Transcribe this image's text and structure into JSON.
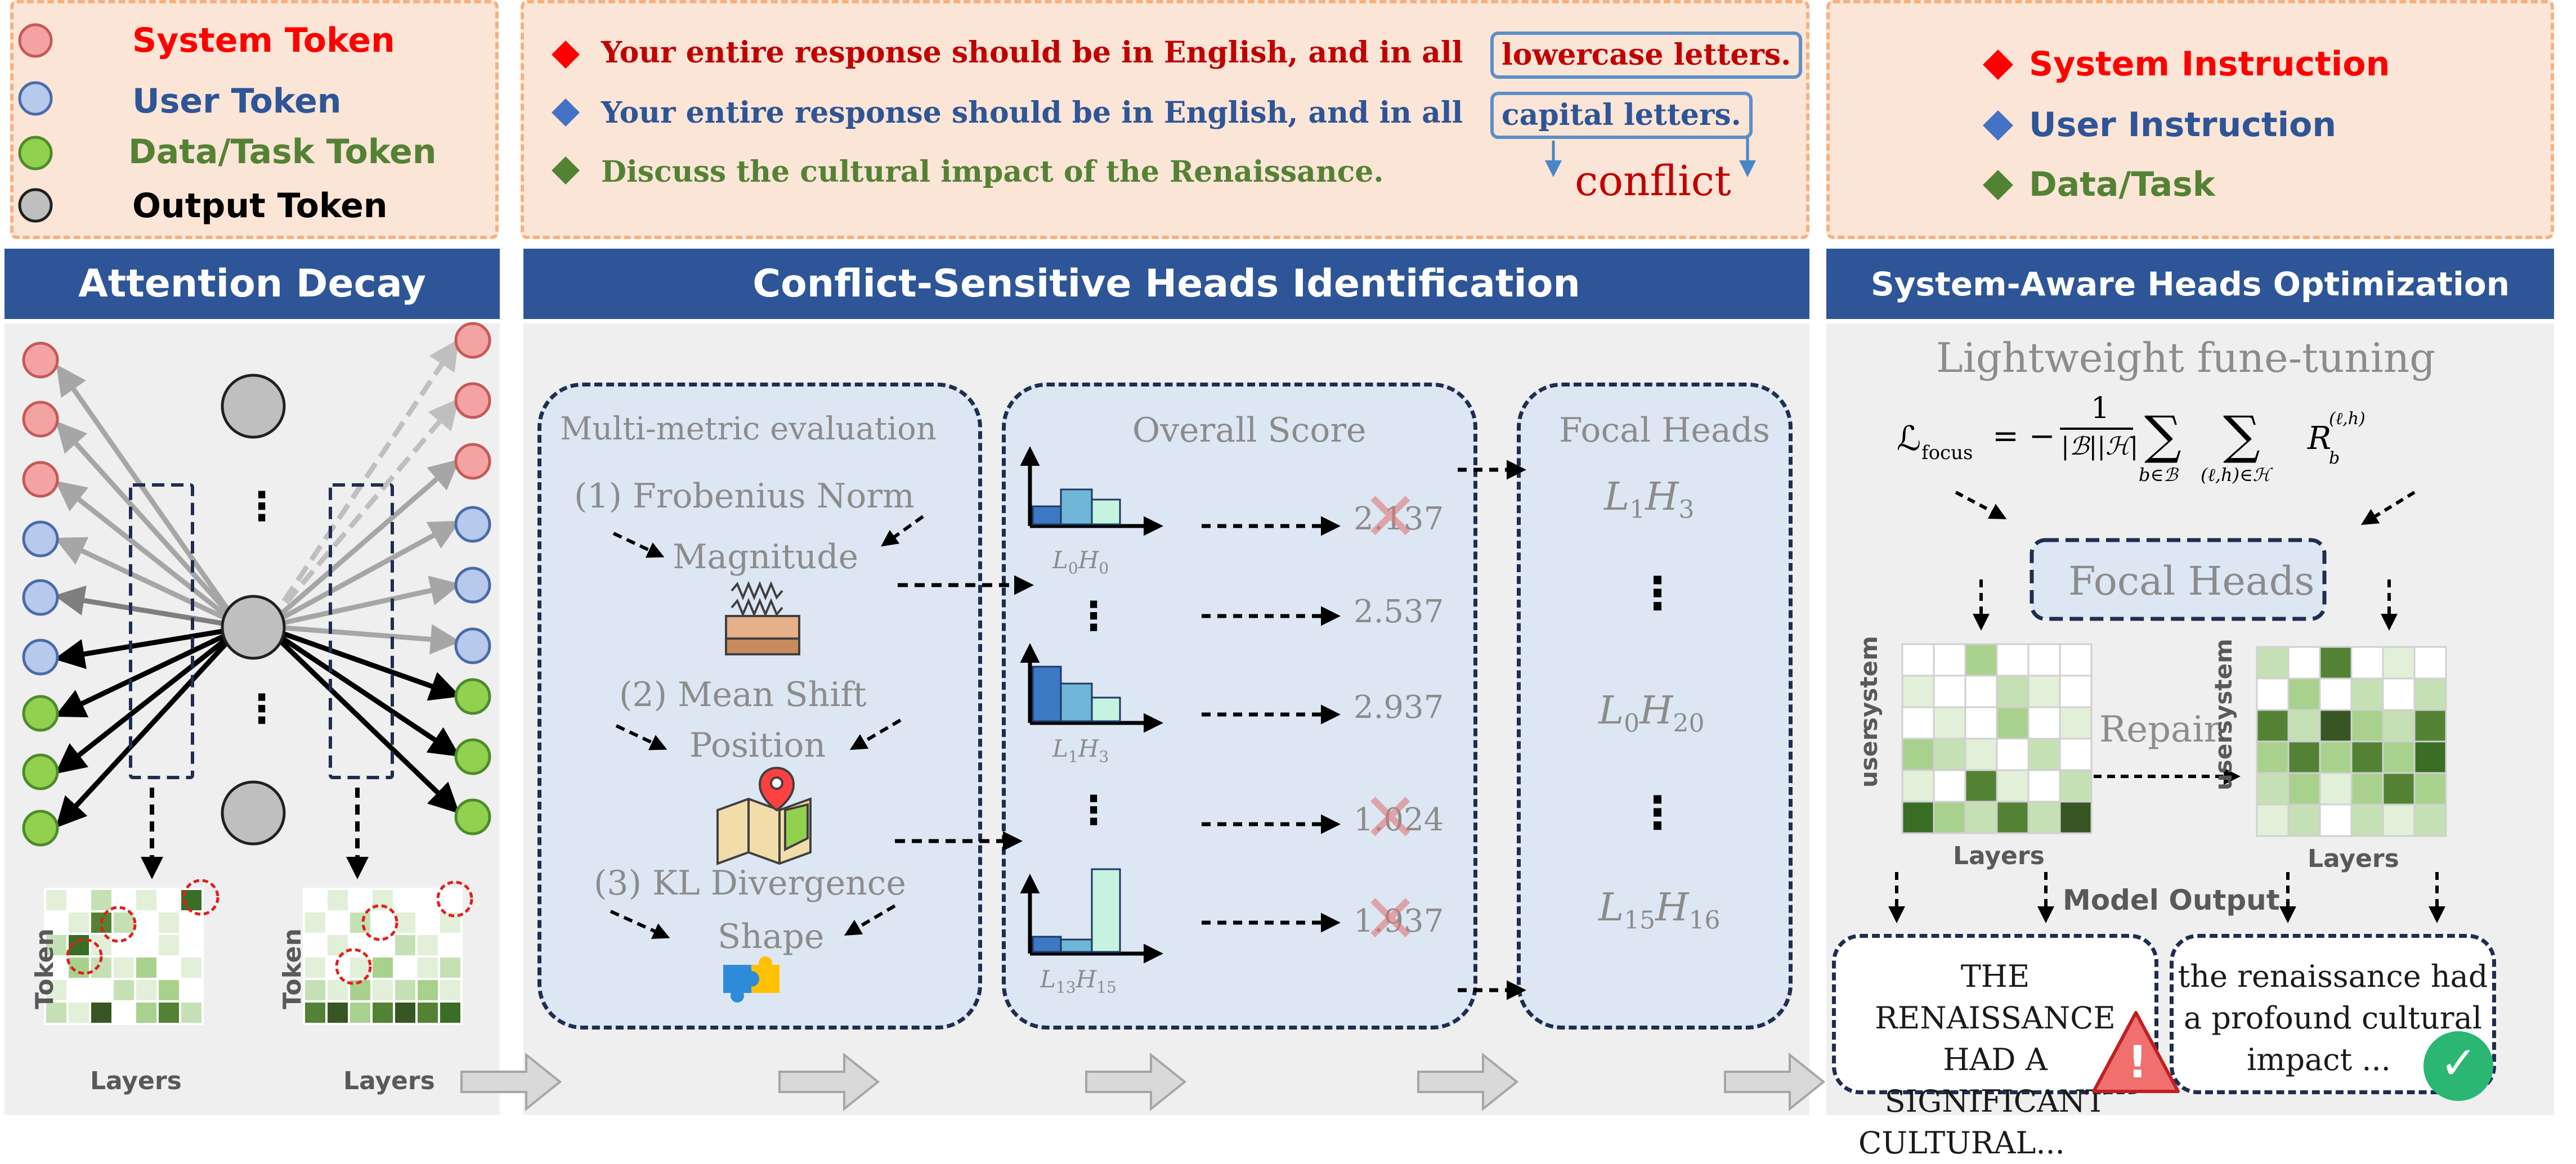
{
  "legend": {
    "items": [
      {
        "label": "System Token",
        "color": "#ff0000",
        "circle": "#f4a3a3"
      },
      {
        "label": "User Token",
        "color": "#2e5597",
        "circle": "#b7c9ec"
      },
      {
        "label": "Data/Task Token",
        "color": "#548235",
        "circle": "#92d050"
      },
      {
        "label": "Output Token",
        "color": "#000000",
        "circle": "#bfbfbf"
      }
    ]
  },
  "instructions": {
    "system": {
      "text": "Your entire response should be in English, and in all",
      "highlight": "lowercase letters.",
      "color": "#c00000"
    },
    "user": {
      "text": "Your entire response should be in English, and in all",
      "highlight": "capital letters.",
      "color": "#2e5597"
    },
    "task": {
      "text": "Discuss the cultural impact of the Renaissance.",
      "color": "#548235"
    },
    "conflict_label": "conflict"
  },
  "instruction_legend": {
    "items": [
      {
        "label": "System Instruction",
        "color": "#ff0000"
      },
      {
        "label": "User Instruction",
        "color": "#2e5597"
      },
      {
        "label": "Data/Task",
        "color": "#548235"
      }
    ]
  },
  "sections": {
    "attention_decay": "Attention Decay",
    "identification": "Conflict-Sensitive Heads Identification",
    "optimization": "System-Aware Heads Optimization"
  },
  "attention": {
    "dots": "⋮",
    "axis_token": "Token",
    "axis_layers": "Layers"
  },
  "metrics": {
    "title": "Multi-metric evaluation",
    "items": [
      {
        "name": "(1) Frobenius Norm",
        "aspect": "Magnitude"
      },
      {
        "name": "(2) Mean Shift",
        "aspect": "Position"
      },
      {
        "name": "(3) KL Divergence",
        "aspect": "Shape"
      }
    ]
  },
  "overall_score": {
    "title": "Overall Score",
    "scores": [
      "2.137",
      "2.537",
      "2.937",
      "1.024",
      "1.937"
    ],
    "rejected_marks": [
      "✕",
      "✕",
      "✕"
    ],
    "dots": "⋮",
    "hist_labels": [
      {
        "L": "L",
        "ls": "0",
        "H": "H",
        "hs": "0"
      },
      {
        "L": "L",
        "ls": "1",
        "H": "H",
        "hs": "3"
      },
      {
        "L": "L",
        "ls": "13",
        "H": "H",
        "hs": "15"
      }
    ]
  },
  "focal_heads": {
    "title": "Focal Heads",
    "dots": "⋮",
    "heads": [
      {
        "L": "L",
        "ls": "1",
        "H": "H",
        "hs": "3"
      },
      {
        "L": "L",
        "ls": "0",
        "H": "H",
        "hs": "20"
      },
      {
        "L": "L",
        "ls": "15",
        "H": "H",
        "hs": "16"
      }
    ]
  },
  "optimization": {
    "title": "Lightweight fune-tuning",
    "loss": {
      "lhs": "ℒ",
      "lhs_sub": "focus",
      "eq": "= −",
      "num": "1",
      "den": "|ℬ||ℋ|",
      "sum": "∑",
      "sub1": "b∈ℬ",
      "sub2": "(ℓ,h)∈ℋ",
      "R": "R",
      "R_sup": "(ℓ,h)",
      "R_sub": "b"
    },
    "focal_heads": "Focal Heads",
    "repair": "Repair",
    "axis_user": "user",
    "axis_system": "system",
    "axis_layers": "Layers",
    "model_output": "Model Output",
    "output_wrong": [
      "THE RENAISSANCE",
      "HAD A SIGNIFICANT",
      "CULTURAL..."
    ],
    "output_right": [
      "the renaissance had",
      "a profound cultural",
      "impact ..."
    ],
    "warn_mark": "!",
    "check_mark": "✓"
  },
  "colors": {
    "header": "#2e5597",
    "system": "#ff0000",
    "user": "#2e5597",
    "task": "#548235",
    "panel_bg": "#efefef",
    "subpanel_bg": "#dde7f3",
    "legend_bg": "#fbe5d6"
  }
}
